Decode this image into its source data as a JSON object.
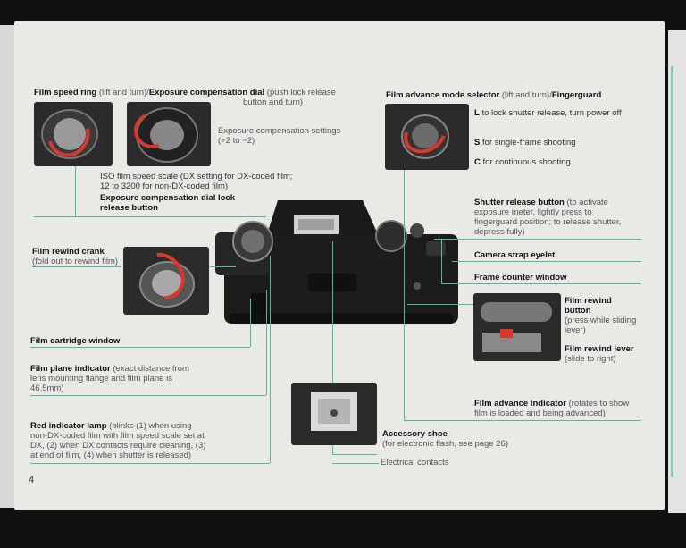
{
  "page_number": "4",
  "labels": {
    "film_speed_ring_title": "Film speed ring",
    "film_speed_ring_note": " (lift and turn)/",
    "exposure_dial_title": "Exposure compensation dial",
    "exposure_dial_note": " (push lock release",
    "exposure_dial_note2": "button and turn)",
    "exposure_settings_1": "Exposure compensation settings",
    "exposure_settings_2": "(+2 to −2)",
    "iso_scale_1": "ISO film speed scale (DX setting for DX-coded film;",
    "iso_scale_2": "12 to 3200 for non-DX-coded film)",
    "dial_lock_1": "Exposure compensation dial lock",
    "dial_lock_2": "release button",
    "rewind_crank_title": "Film rewind crank",
    "rewind_crank_note": "(fold out to rewind film)",
    "cartridge_window": "Film cartridge window",
    "plane_indicator_title": "Film plane indicator",
    "plane_indicator_note1": " (exact distance from",
    "plane_indicator_note2": "lens mounting flange and film plane is",
    "plane_indicator_note3": "46.5mm)",
    "red_lamp_title": "Red indicator lamp",
    "red_lamp_note1": " (blinks (1) when using",
    "red_lamp_note2": "non-DX-coded film with film speed scale set at",
    "red_lamp_note3": "DX, (2) when DX contacts require cleaning, (3)",
    "red_lamp_note4": "at end of film, (4) when shutter is released)",
    "advance_mode_title": "Film advance mode selector",
    "advance_mode_note": " (lift and turn)/",
    "fingerguard": "Fingerguard",
    "mode_l_key": "L",
    "mode_l_text": " to lock shutter release, turn power off",
    "mode_s_key": "S",
    "mode_s_text": " for single-frame shooting",
    "mode_c_key": "C",
    "mode_c_text": " for continuous shooting",
    "shutter_title": "Shutter release button",
    "shutter_note1": " (to activate",
    "shutter_note2": "exposure meter, lightly press to",
    "shutter_note3": "fingerguard position; to release shutter,",
    "shutter_note4": "depress fully)",
    "strap_eyelet": "Camera strap eyelet",
    "frame_counter": "Frame counter window",
    "rewind_button_1": "Film rewind",
    "rewind_button_2": "button",
    "rewind_button_3": "(press while sliding",
    "rewind_button_4": "lever)",
    "rewind_lever_title": "Film rewind lever",
    "rewind_lever_note": "(slide to right)",
    "advance_indicator_title": "Film advance indicator",
    "advance_indicator_note1": " (rotates to show",
    "advance_indicator_note2": "film is loaded and being advanced)",
    "accessory_shoe_title": "Accessory shoe",
    "accessory_shoe_note": "(for electronic flash, see page 26)",
    "electrical_contacts": "Electrical contacts"
  },
  "colors": {
    "leader_line": "#54b897",
    "page_paper": "#e9e9e6",
    "accent_red": "#d9392d"
  }
}
